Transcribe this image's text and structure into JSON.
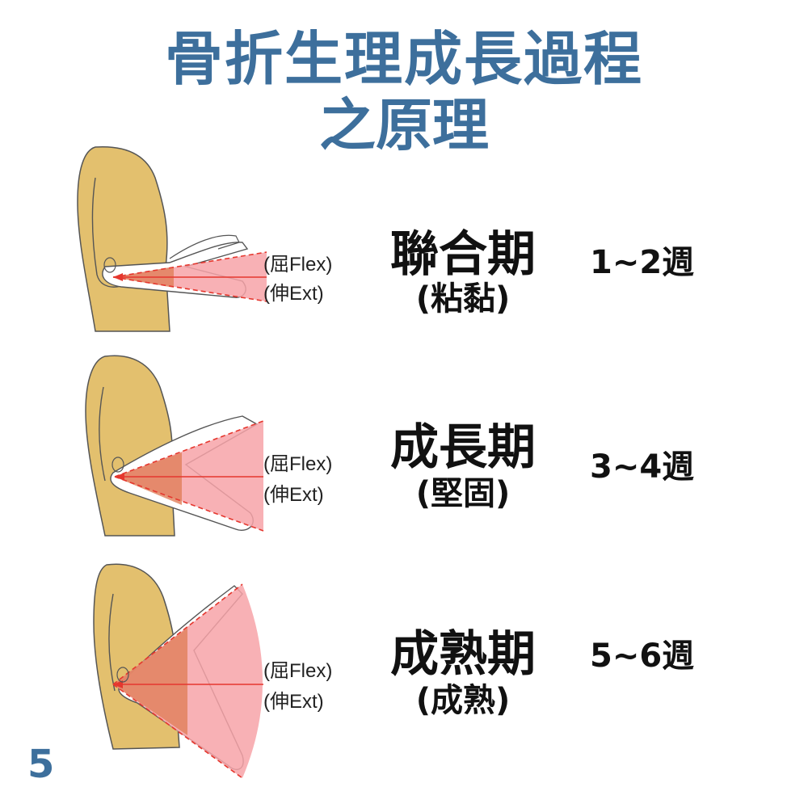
{
  "title": {
    "line1": "骨折生理成長過程",
    "line2": "之原理"
  },
  "labels": {
    "flex": "(屈Flex)",
    "ext": "(伸Ext)"
  },
  "stages": [
    {
      "name": "聯合期",
      "sub": "(粘黏)",
      "weeks": "1~2週"
    },
    {
      "name": "成長期",
      "sub": "(堅固)",
      "weeks": "3~4週"
    },
    {
      "name": "成熟期",
      "sub": "(成熟)",
      "weeks": "5~6週"
    }
  ],
  "page_number": "5",
  "colors": {
    "title": "#3d6f9c",
    "skin": "#e3c06e",
    "range_fill": "#f7a3a8",
    "active_fill": "#e0805a",
    "arrow": "#e5372e"
  }
}
